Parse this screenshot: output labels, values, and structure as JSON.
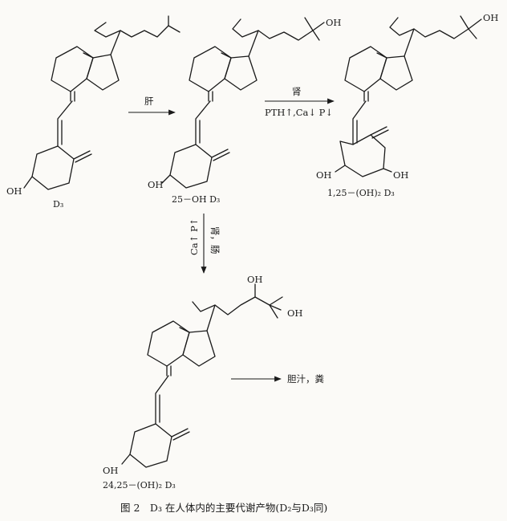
{
  "labels": {
    "oh": "OH",
    "d3": "D₃",
    "ohd3_25": "25－OH D₃",
    "dihydroxy_1_25": "1,25－(OH)₂ D₃",
    "dihydroxy_24_25": "24,25－(OH)₂ D₃"
  },
  "arrows": {
    "liver": "肝",
    "kidney": "肾",
    "regulation_1": "PTH↑,Ca↓ P↓",
    "regulation_2": "Ca↑ P↑",
    "kidney_intestine": "肾，肠",
    "excretion": "胆汁，粪"
  },
  "caption": "图 2　D₃ 在人体内的主要代谢产物(D₂与D₃同)"
}
